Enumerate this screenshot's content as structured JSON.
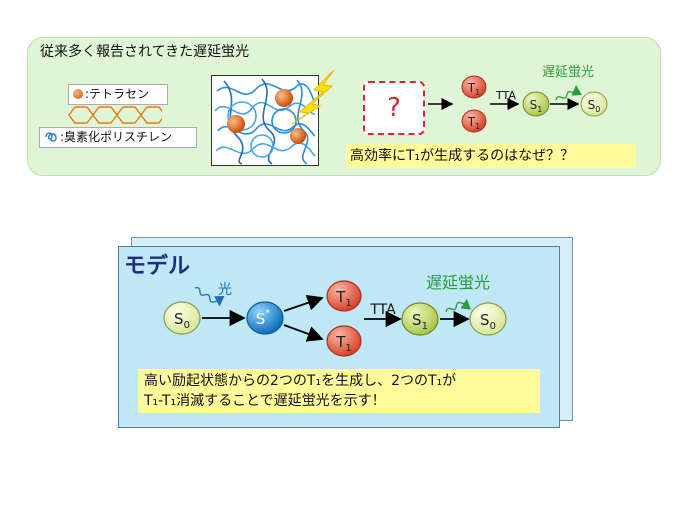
{
  "top": {
    "title": "従来多く報告されてきた遅延蛍光",
    "legend_tetracene": ":テトラセン",
    "legend_polystyrene": ":臭素化ポリスチレン",
    "question_mark": "?",
    "question_text": "高効率にT₁が生成するのはなぜ？？",
    "t1_label": "T",
    "t1_sub": "1",
    "tta_label": "TTA",
    "s1_label": "S",
    "s1_sub": "1",
    "s0_label": "S",
    "s0_sub": "0",
    "delayed_fluorescence": "遅延蛍光"
  },
  "model": {
    "title": "モデル",
    "light_label": "光",
    "s0_label": "S",
    "s0_sub": "0",
    "s_star_label": "S",
    "s_star_sup": "*",
    "t1_label": "T",
    "t1_sub": "1",
    "tta_label": "TTA",
    "s1_label": "S",
    "s1_sub": "1",
    "delayed_fluorescence": "遅延蛍光",
    "caption_line1": "高い励起状態からの2つのT₁を生成し、2つのT₁が",
    "caption_line2": "T₁-T₁消滅することで遅延蛍光を示す！"
  },
  "colors": {
    "top_bg": "#dff5d6",
    "model_bg": "#bfe7f6",
    "t1_red": "#e2573f",
    "s_green": "#c8e07a",
    "s_star_blue": "#1f8fd2",
    "delayed_green": "#2a9a3a",
    "highlight_yellow": "#fffb9a",
    "question_red": "#d8262c"
  }
}
